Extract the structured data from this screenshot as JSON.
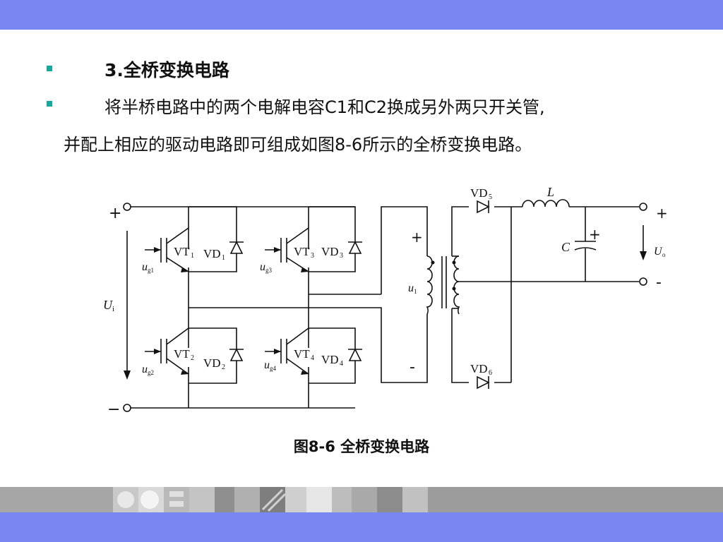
{
  "slide": {
    "heading": "3.全桥变换电路",
    "paragraph_line1": "将半桥电路中的两个电解电容C1和C2换成另外两只开关管,",
    "paragraph_line2": "并配上相应的驱动电路即可组成如图8-6所示的全桥变换电路。",
    "caption": "图8-6 全桥变换电路"
  },
  "colors": {
    "band": "#7b86f5",
    "bullet": "#16a89c",
    "strip_gray": "#9a9a9a"
  },
  "diagram": {
    "plus_in": "+",
    "minus_in": "−",
    "ui_main": "U",
    "ui_sub": "i",
    "vt1_main": "VT",
    "vt1_sub": "1",
    "vt2_main": "VT",
    "vt2_sub": "2",
    "vt3_main": "VT",
    "vt3_sub": "3",
    "vt4_main": "VT",
    "vt4_sub": "4",
    "vd1_main": "VD",
    "vd1_sub": "1",
    "vd2_main": "VD",
    "vd2_sub": "2",
    "vd3_main": "VD",
    "vd3_sub": "3",
    "vd4_main": "VD",
    "vd4_sub": "4",
    "vd5_main": "VD",
    "vd5_sub": "5",
    "vd6_main": "VD",
    "vd6_sub": "6",
    "ug1_main": "u",
    "ug1_sub": "g1",
    "ug2_main": "u",
    "ug2_sub": "g2",
    "ug3_main": "u",
    "ug3_sub": "g3",
    "ug4_main": "u",
    "ug4_sub": "g4",
    "u1_main": "u",
    "u1_sub": "1",
    "prim_plus": "+",
    "prim_minus": "-",
    "inductor": "L",
    "capacitor": "C",
    "cap_plus": "+",
    "uo_main": "U",
    "uo_sub": "o",
    "plus_out": "+",
    "minus_out": "-"
  }
}
